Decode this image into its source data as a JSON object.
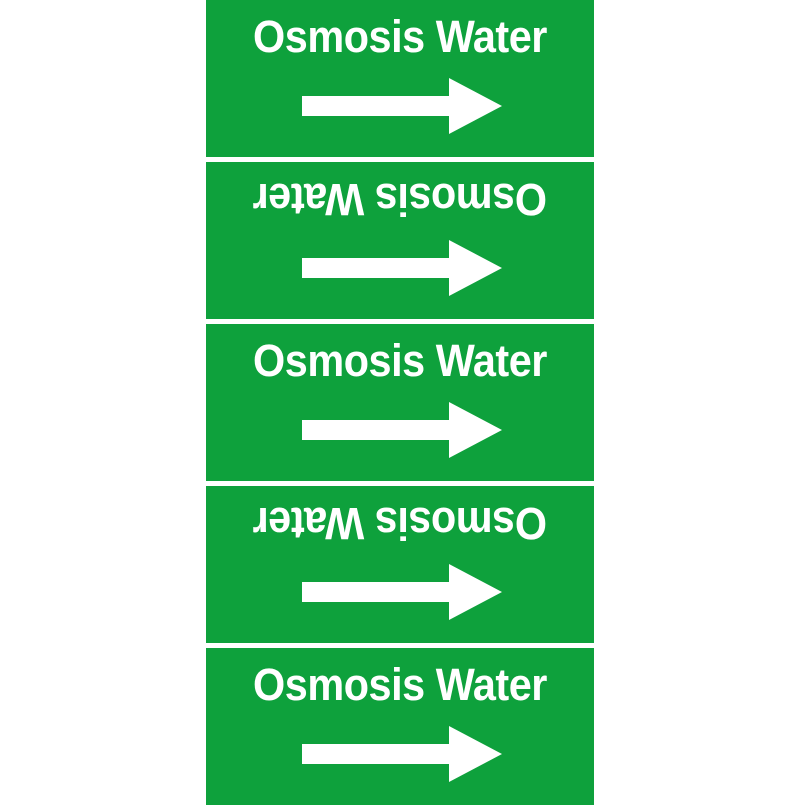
{
  "sheet": {
    "title": "Osmosis Water",
    "background_color": "#ffffff",
    "band_color": "#0ea13c",
    "text_color": "#ffffff",
    "separator_color": "#ffffff",
    "band_count": 5
  },
  "bands": [
    {
      "label": "Osmosis Water",
      "orientation": "upright",
      "rotation_degrees": 0,
      "arrow_direction": "right",
      "arrow_icon": "arrow-right-icon"
    },
    {
      "label": "Osmosis Water",
      "orientation": "inverted",
      "rotation_degrees": 180,
      "arrow_direction": "right",
      "arrow_icon": "arrow-right-icon"
    },
    {
      "label": "Osmosis Water",
      "orientation": "upright",
      "rotation_degrees": 0,
      "arrow_direction": "right",
      "arrow_icon": "arrow-right-icon"
    },
    {
      "label": "Osmosis Water",
      "orientation": "inverted",
      "rotation_degrees": 180,
      "arrow_direction": "right",
      "arrow_icon": "arrow-right-icon"
    },
    {
      "label": "Osmosis Water",
      "orientation": "upright",
      "rotation_degrees": 0,
      "arrow_direction": "right",
      "arrow_icon": "arrow-right-icon"
    }
  ]
}
